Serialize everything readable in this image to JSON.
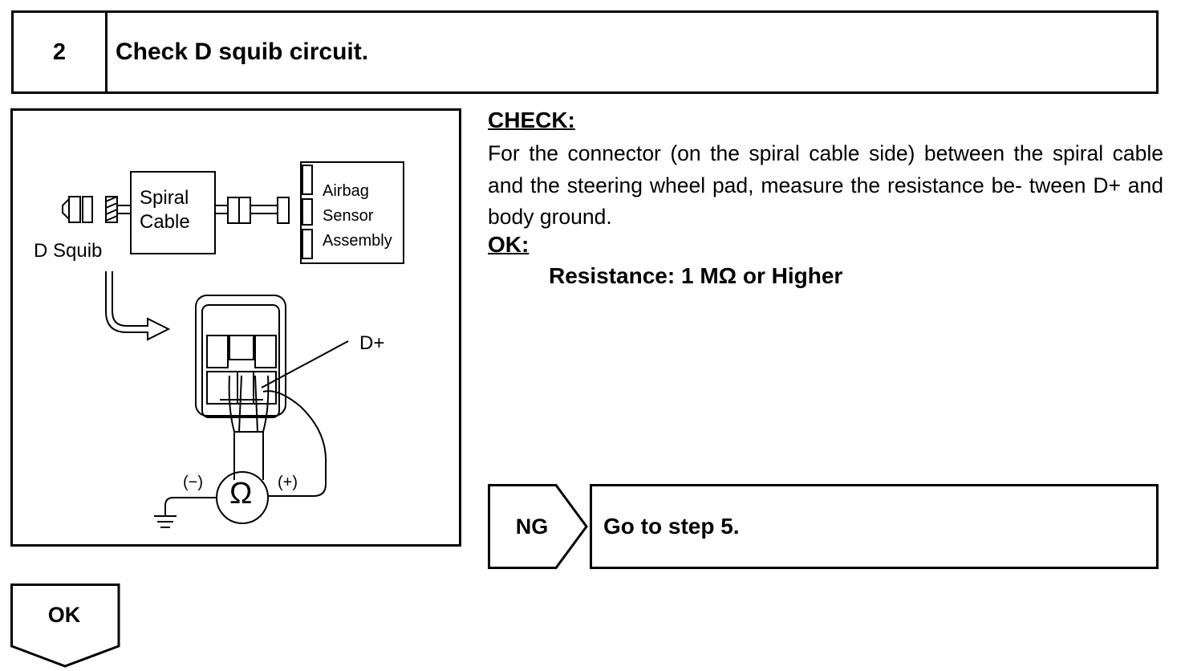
{
  "step": {
    "number": "2",
    "title": "Check D squib circuit."
  },
  "figure": {
    "spiral_label_1": "Spiral",
    "spiral_label_2": "Cable",
    "airbag_label_1": "Airbag",
    "airbag_label_2": "Sensor",
    "airbag_label_3": "Assembly",
    "squib_label": "D Squib",
    "dplus_label": "D+",
    "minus_label": "(−)",
    "plus_label": "(+)",
    "ohm_symbol": "Ω"
  },
  "check": {
    "heading": "CHECK:",
    "body": "For the connector (on the spiral cable side) between the spiral cable and the steering wheel pad, measure the resistance be- tween D+ and body ground.",
    "ok_heading": "OK:",
    "spec": "Resistance: 1 MΩ or Higher"
  },
  "ng": {
    "label": "NG",
    "action": "Go to step 5."
  },
  "ok": {
    "label": "OK"
  }
}
